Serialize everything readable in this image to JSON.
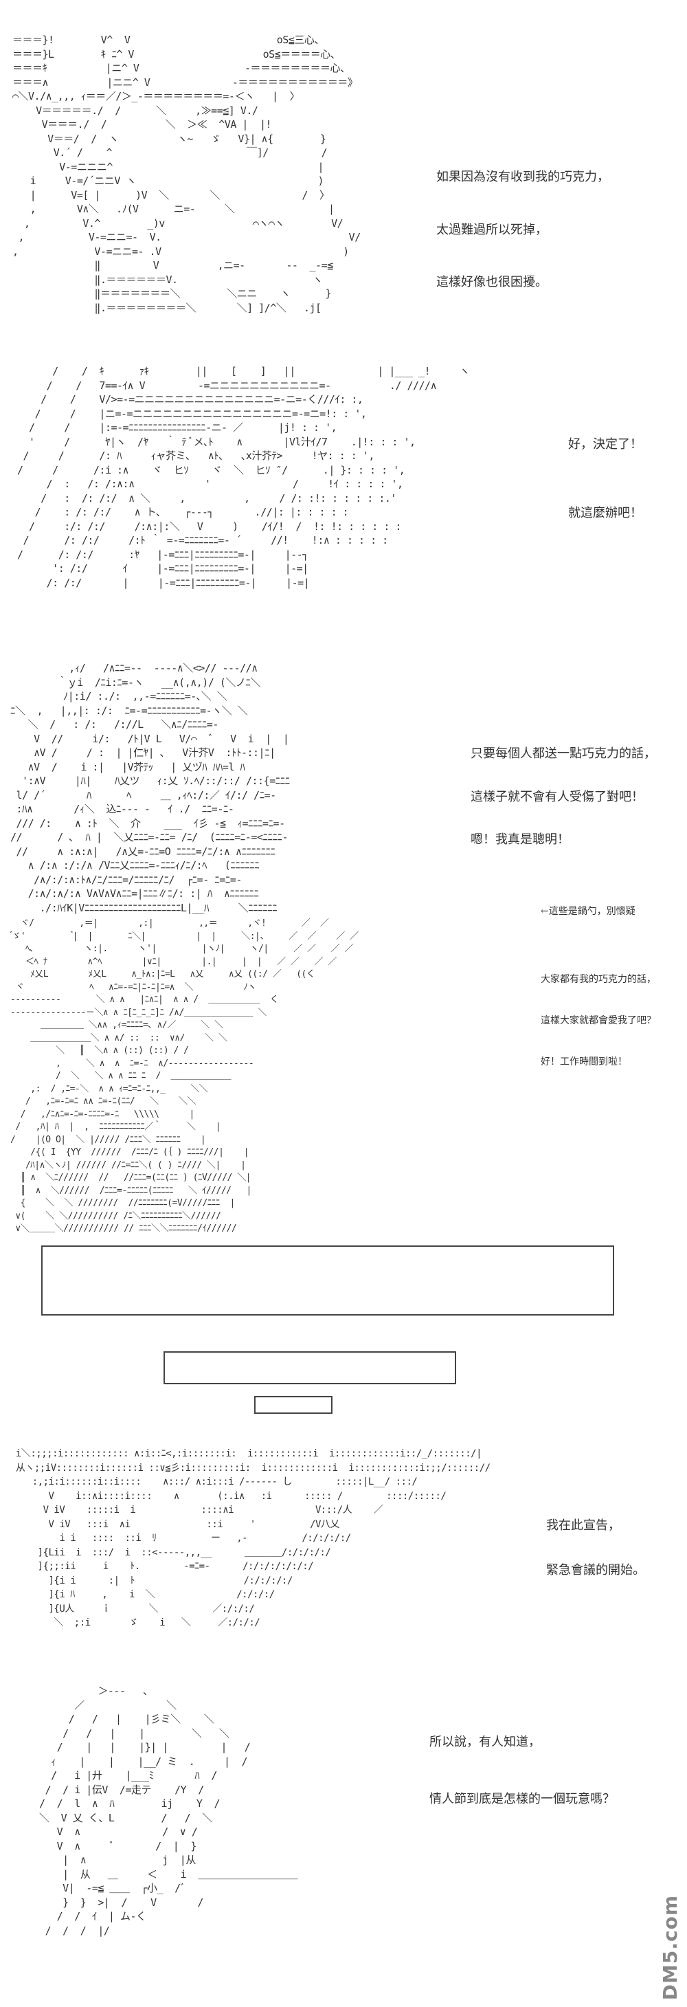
{
  "panels": [
    {
      "art": "＝＝＝}!        V^  V                         oS≦三心、\n＝＝＝}L        ｷ ﾆ^ V                      oS≦＝＝＝＝心、\n＝＝＝ｷ          |ニ^ V                  -＝＝＝＝＝＝＝＝心、\n＝＝＝∧          |ニニ^ V              -＝＝＝＝＝＝＝＝＝＝＝》\n⌒＼V./∧_,,, ｨ＝＝／/＞_-＝＝＝＝＝＝＝＝=-＜ヽ   |  〉\n    V＝＝＝＝＝./  /      ＼     ,≫==≦] V./\n     V＝＝＝./  /          ＼  ＞≪  ^VA |  |!\n      V＝＝/  /  ヽ          ヽ~   ゞ   V}| ∧{        }\n       V.´ /    ^                       ￣]/         /\n        V-=ニニニ^                                   |\n   i     V-=/´ニニV ヽ                               )\n   |      V=[ |      )V  ＼       ＼              /  〉\n   ,       V∧＼   .ﾉ(V      ニ=-     ＼                |\n  ,         V.^        _)v               ⌒ヽ⌒ヽ        V/\n ,           V-=ニニ=-  V.                                V/\n,             V-=ニニ=- .V                               )\n              ‖         V          ,ニ=-       --  _-=≦\n              ‖.＝＝＝＝＝＝V.                       ヽ\n              ‖＝＝＝＝＝＝＝＼        ＼ニニ    ヽ      }\n              ‖.＝＝＝＝＝＝＝＝＼       ＼] ]/^＼   .j[",
      "captions": [
        "如果因為沒有收到我的巧克力，",
        "太過難過所以死掉，",
        "這樣好像也很困擾。"
      ]
    },
    {
      "art": "      /    /  ｷ      ｧｷ        ||    [    ]   ||              | |___ _!     ヽ\n     /    /   7==-ｲ∧ V         -=ニニニニニニニニニニニ=-          ./ ////∧\n    /    /    V/>=-=ニニニニニニニニニニニニニニ=-ニ=-く///ｲ: :,\n   /     /    |ニ=-=ニニニニニニニニニニニニニニニニ=-=ニ=!: : ',\n  /     /     |:=-=ﾆﾆﾆﾆﾆﾆﾆﾆﾆﾆﾆﾆﾆﾆﾆﾆ-ニ- ／      |j! : : ',\n  '     /      ﾔ|ヽ  /ﾔ   ｀ ﾃ ﾞメ､ﾄ    ∧       |Vl汁ｲ/7    .|!: : : ',\n /     /      /: ﾊ     ｨャ芥ミ､   ∧ﾄ､   ､x汁芥ﾃ>     !ヤ: : : ',\n/     /      /:i :∧    ヾ  ヒｿ    ヾ  ＼  ヒｿ ″/      .| }: : : : ',\n     /  :   /: /:∧:∧            '              /     !ｲ : : : : ',\n    /   :  /: /:/  ∧ ＼     ,          ,     / /: :!: : : : : :.'\n   /    : /: /:/    ∧ ト､    ┌‐‐‐┐       .//|: |: : : : :\n  /     :/: /:/     /:∧:|:＼   V     )    /ｲ/!  /  !: !: : : : : :\n /      /: /:/     /:ﾄ ｀ =-=ﾆﾆﾆﾆﾆﾆﾆ=- ´     //!    !:∧ : : : : :\n/      /: /:/      :ﾔ   |‐=ﾆﾆﾆ|ﾆﾆﾆﾆﾆﾆﾆﾆﾆ=‐|     |‐‐┐\n      ': /:/      ｲ     |‐=ﾆﾆﾆ|ﾆﾆﾆﾆﾆﾆﾆﾆﾆ=‐|     |‐=|\n     /: /:/       |     |‐=ﾆﾆﾆ|ﾆﾆﾆﾆﾆﾆﾆﾆﾆ=‐|     |‐=|",
      "captions": [
        "好，決定了！",
        "就這麼辦吧！"
      ]
    },
    {
      "art": "          ,ｨ/   /∧ﾆﾆ=--  ----∧＼<>// ---//∧\n        ｀ｙi  /ﾆi:ﾆ=-ヽ   __∧(,∧,)/ (＼ノﾆ＼\n         ﾉ|:i/ :./:  ,,-=ﾆﾆﾆﾆﾆﾆ=-､＼ ＼\nﾆ＼  ,   |,,|: :/:  ﾆ=-=ﾆﾆﾆﾆﾆﾆﾆﾆﾆﾆﾆ=-ヽ＼ ＼\n   ＼  /   : /:   /://L   ＼∧ﾆ/ﾆﾆﾆﾆ=-\n    V  //     i/:   /ﾄ|V L   V/⌒  ゛  V  i  |  |\n    ∧V /     / :  | |仁ﾔ| ､   V汁芥V  :ﾄﾄ-::|ﾆ| \n   ∧V  /    i :|   |V芥ﾃｯ   | 乂ヅﾊ ﾊﾊ=l ﾊ\n  ':∧V     |ﾊ|    ﾊ乂ツ   ｨ:乂 ｿ.ﾍ/::/::/ /::{=ﾆﾆﾆ\n l/ /´       ﾊ      ﾍ     ＿ ,ｨﾍ:/:／ ｲ/:/ /ﾆ=-\n :ﾊ∧       /ｨ＼  込ﾆ--- -   ｲ ./  ﾆﾆ=-ﾆ-\n /// /:    ∧ :ﾄ  ＼  介    ___  ｲ彡 -≦  ｨ=ﾆﾆﾆ=ﾆ=-\n//      / ､  ﾊ |  ＼乂ﾆﾆﾆ=-ﾆﾆ= /ﾆ/  (ﾆﾆﾆﾆ=ﾆ-=<ﾆﾆﾆﾆ-\n //     ∧ :∧:∧|   /∧乂=-ﾆﾆ=O ﾆﾆﾆﾆ=/ﾆ/:∧ ∧ﾆﾆﾆﾆﾆﾆﾆ\n   ∧ /:∧ :/:/∧ /Vﾆﾆ乂ﾆﾆﾆﾆ=-ﾆﾆﾆｨ/ﾆ/:ﾍ   (ﾆﾆﾆﾆﾆﾆ\n    /∧/:/:∧:ﾄ∧/ﾆ/ﾆﾆﾆ=/ﾆﾆﾆﾆﾆ/ﾆ/  ┌ﾆ=- ﾆ=ﾆ=-\n   /:∧/:∧/:∧ V∧V∧V∧ﾆﾆ=|ﾆﾆﾆ∥ﾆ/: :| ﾊ  ∧ﾆﾆﾆﾆﾆﾆ\n     ./:ﾊｲK|VﾆﾆﾆﾆﾆﾆﾆﾆﾆﾆﾆﾆﾆﾆﾆﾆﾆﾆﾆﾆL|__ﾊ     ＼ﾆﾆﾆﾆﾆﾆ",
      "captions": [
        "只要每個人都送一點巧克力的話，",
        "這樣子就不會有人受傷了對吧！",
        "嗯！我真是聰明！"
      ]
    },
    {
      "art": "  ヾ/         ,＝|        ,:|         ,,＝      ,ヾ!       ／  ／\n ゙ゞ'          ゙|  |       ﾆ＼|          |  |     ＼:|、    ／  ／    ／ ／\n   ﾍ､          ヽ:|.      ヽ'|         |ヽﾉ|     ヽ/|     ／ ／   ／ ／\n   ＜ﾍ ﾅ        ∧^ﾍ        |∨ﾆ|        |.|     |  |   ／ ／   ／ ／\n    ﾒ乂L        ﾒ乂L     ∧_ﾄ∧:|ﾆ=L   ∧乂     ∧乂 ((:/ ／   ((く\n ヾ             ﾍ   ∧ﾆ=-=ﾆ|ﾆ-ﾆ|ﾆ=∧  ＼          ﾉヽ\n‐‐‐‐‐‐‐‐‐‐       ＼ ∧ ∧   |ﾆ∧ﾆ|  ∧ ∧ /  ＿＿＿＿＿＿  く\n‐‐‐‐‐‐‐‐‐‐‐‐‐‐‐－＼∧ ∧ ﾆ[ﾆ_ﾆ_ﾆ]ﾆ /∧/＿＿＿＿＿＿＿＿ ＼\n      ＿＿＿＿＿ ＼∧∧ ,ｨ=ﾆﾆﾆﾆ=､ ∧/／     ＼ ＼\n    ＿＿＿＿＿＿＿＼ ∧ ∧/ ::  ::  ∨∧/    ＼ ＼\n         ＼   ┃  ＼∧ ∧ (::) (::) / /\n         ,     ＼ ∧  ∧  ﾆ=-ﾆ  ∧/‐‐‐‐‐‐‐‐‐‐‐‐‐‐‐‐‐\n         /  ＼   ＼ ∧ ∧ ﾆﾆ ﾆ  /  ＿＿＿＿＿＿＿\n    ,:  / ,ﾆ=-＼  ∧ ∧ ｨ=ﾆ=ﾆ-ﾆ,,_     ＼＼\n   /   ,ﾆ=-ﾆ=ﾆ ∧∧ ﾆ=-ﾆ(ﾆﾆ/   ＼    ＼＼\n  /   ,/ﾆ∧ﾆ=-ﾆ=-ﾆﾆﾆﾆ=-ﾆ   \\\\\\\\\\      |\n /   ,ﾊ| ﾊ  |  ,  ﾆﾆﾆﾆﾆﾆﾆﾆﾆﾆﾆ／｀     ＼    |\n/    |(O O|  ＼ |///// /ﾆﾆﾆ＼ ﾆﾆﾆﾆﾆﾆ    |\n    /{( I  {YY  //////  /ﾆﾆﾆ/ﾆ (｛ ) ﾆﾆﾆﾆ///|    |\n   /ﾊ|∧＼ヽﾉ| ////// //ﾆ=ﾆﾆ＼( ( ) ﾆ//// ＼|    |\n  ┃ ∧  ＼ﾆ//////  //   //ﾆﾆﾆ=(ﾆﾆ(ﾆﾆ ) (ﾆV///// ＼|\n  ┃  ∧  ＼//////  /ﾆﾆﾆ=-ﾆﾆﾆﾆﾆ(ﾆﾆﾆﾆﾆ   ＼ ｲ/////   |\n  {    ＼  ＼ ////////  //ﾆﾆﾆﾆﾆﾆﾆ(=V/////ﾆﾆﾆ  |\n ∨(    ＼ ＼////////// /ﾆ＼ﾆﾆﾆﾆﾆﾆﾆﾆﾆﾆ＼//////  \n ∨＼＿＿＿＼/////////// // ﾆﾆﾆ＼＼ﾆﾆﾆﾆﾆﾆﾆ/ｲ//////",
      "captions": [
        "←這些是鍋勺，別懷疑",
        "大家都有我的巧克力的話，",
        "這樣大家就都會愛我了吧？",
        "好！工作時間到啦！"
      ]
    },
    {
      "art": " i＼:;;;:i:::::::::::: ∧:i::ﾆ<,:i:::::::i:  i:::::::::::i  i::::::::::::i::/_/:::::::/|\n 从ヽ;;iV::::::::i::::::i ::∨≦彡:i:::::::::i:  i::::::::::::i  i::::::::::::i:;;/:::::://\n    :,;i:i::::::i::i::::    ∧:::/ ∧:i:::i /‐‐‐‐‐‐ し        :::::|L__/ :::/\n       V    i::∧i::::i::::    ∧       (:.i∧   :i      ::::: /        ::::/:::::/\n      V iV    :::::i  i            ::::∧i               V:::/人    ／\n       V iV   :::i  ∧i              ::i     '          /V八乂\n         i i   ::::  ::i  ﾘ          ー   ,-          /:/:/:/:/\n     ]{Lii  i  :::/  i  ::<‐‐‐‐‐,,,__      ＿＿＿＿/:/:/:/:/\n     ]{;;:ii     i    ﾄ.        -=ﾆ=-      /:/:/:/:/:/:/\n       ]{i i      :|  ﾄ                    /:/:/:/:/\n       ]{i ﾊ     ,    i  ＼               /:/:/:/\n       ]{U人     ｉ       ＼          ／:/:/:/\n        ＼  ;:i       ゞ    i   ＼     ／:/:/:/",
      "captions": [
        "我在此宣告，",
        "緊急會議的開始。"
      ]
    },
    {
      "art": "            ＞‐‐‐   、\n        ／              ＼\n       /   /   |    |彡ミ＼    ＼\n      /   /   |    |        ＼   ＼\n     /    |   |    |}| |         |   /\n    ｨ    |    |    |__/ ミ  .     |  /\n    /   i |廾    |___ﾐ       ﾊ  /\n   /  / i |伝V  /=走テ    /Y  /\n  /  /  l  ∧  ﾊ        ij    Y  /\n  ＼  V 乂 く、L        /   /  ＼\n     V  ∧              /  ∨ /\n     V  ∧     ﾞ       /  |  }\n      |  ∧             j  |从\n      |  从   ＿     ＜    i  ＿＿＿＿＿＿＿＿＿＿\n      V|  ‐=≦ ＿＿  ┌小_  /ﾞ\n      }  }  >|  /    V       /\n     /  /  ｲ  | ム‐く\n   /  /  /  |/",
      "captions": [
        "所以說，有人知道，",
        "情人節到底是怎樣的一個玩意嗎？"
      ]
    }
  ],
  "watermark": "DM5.com"
}
